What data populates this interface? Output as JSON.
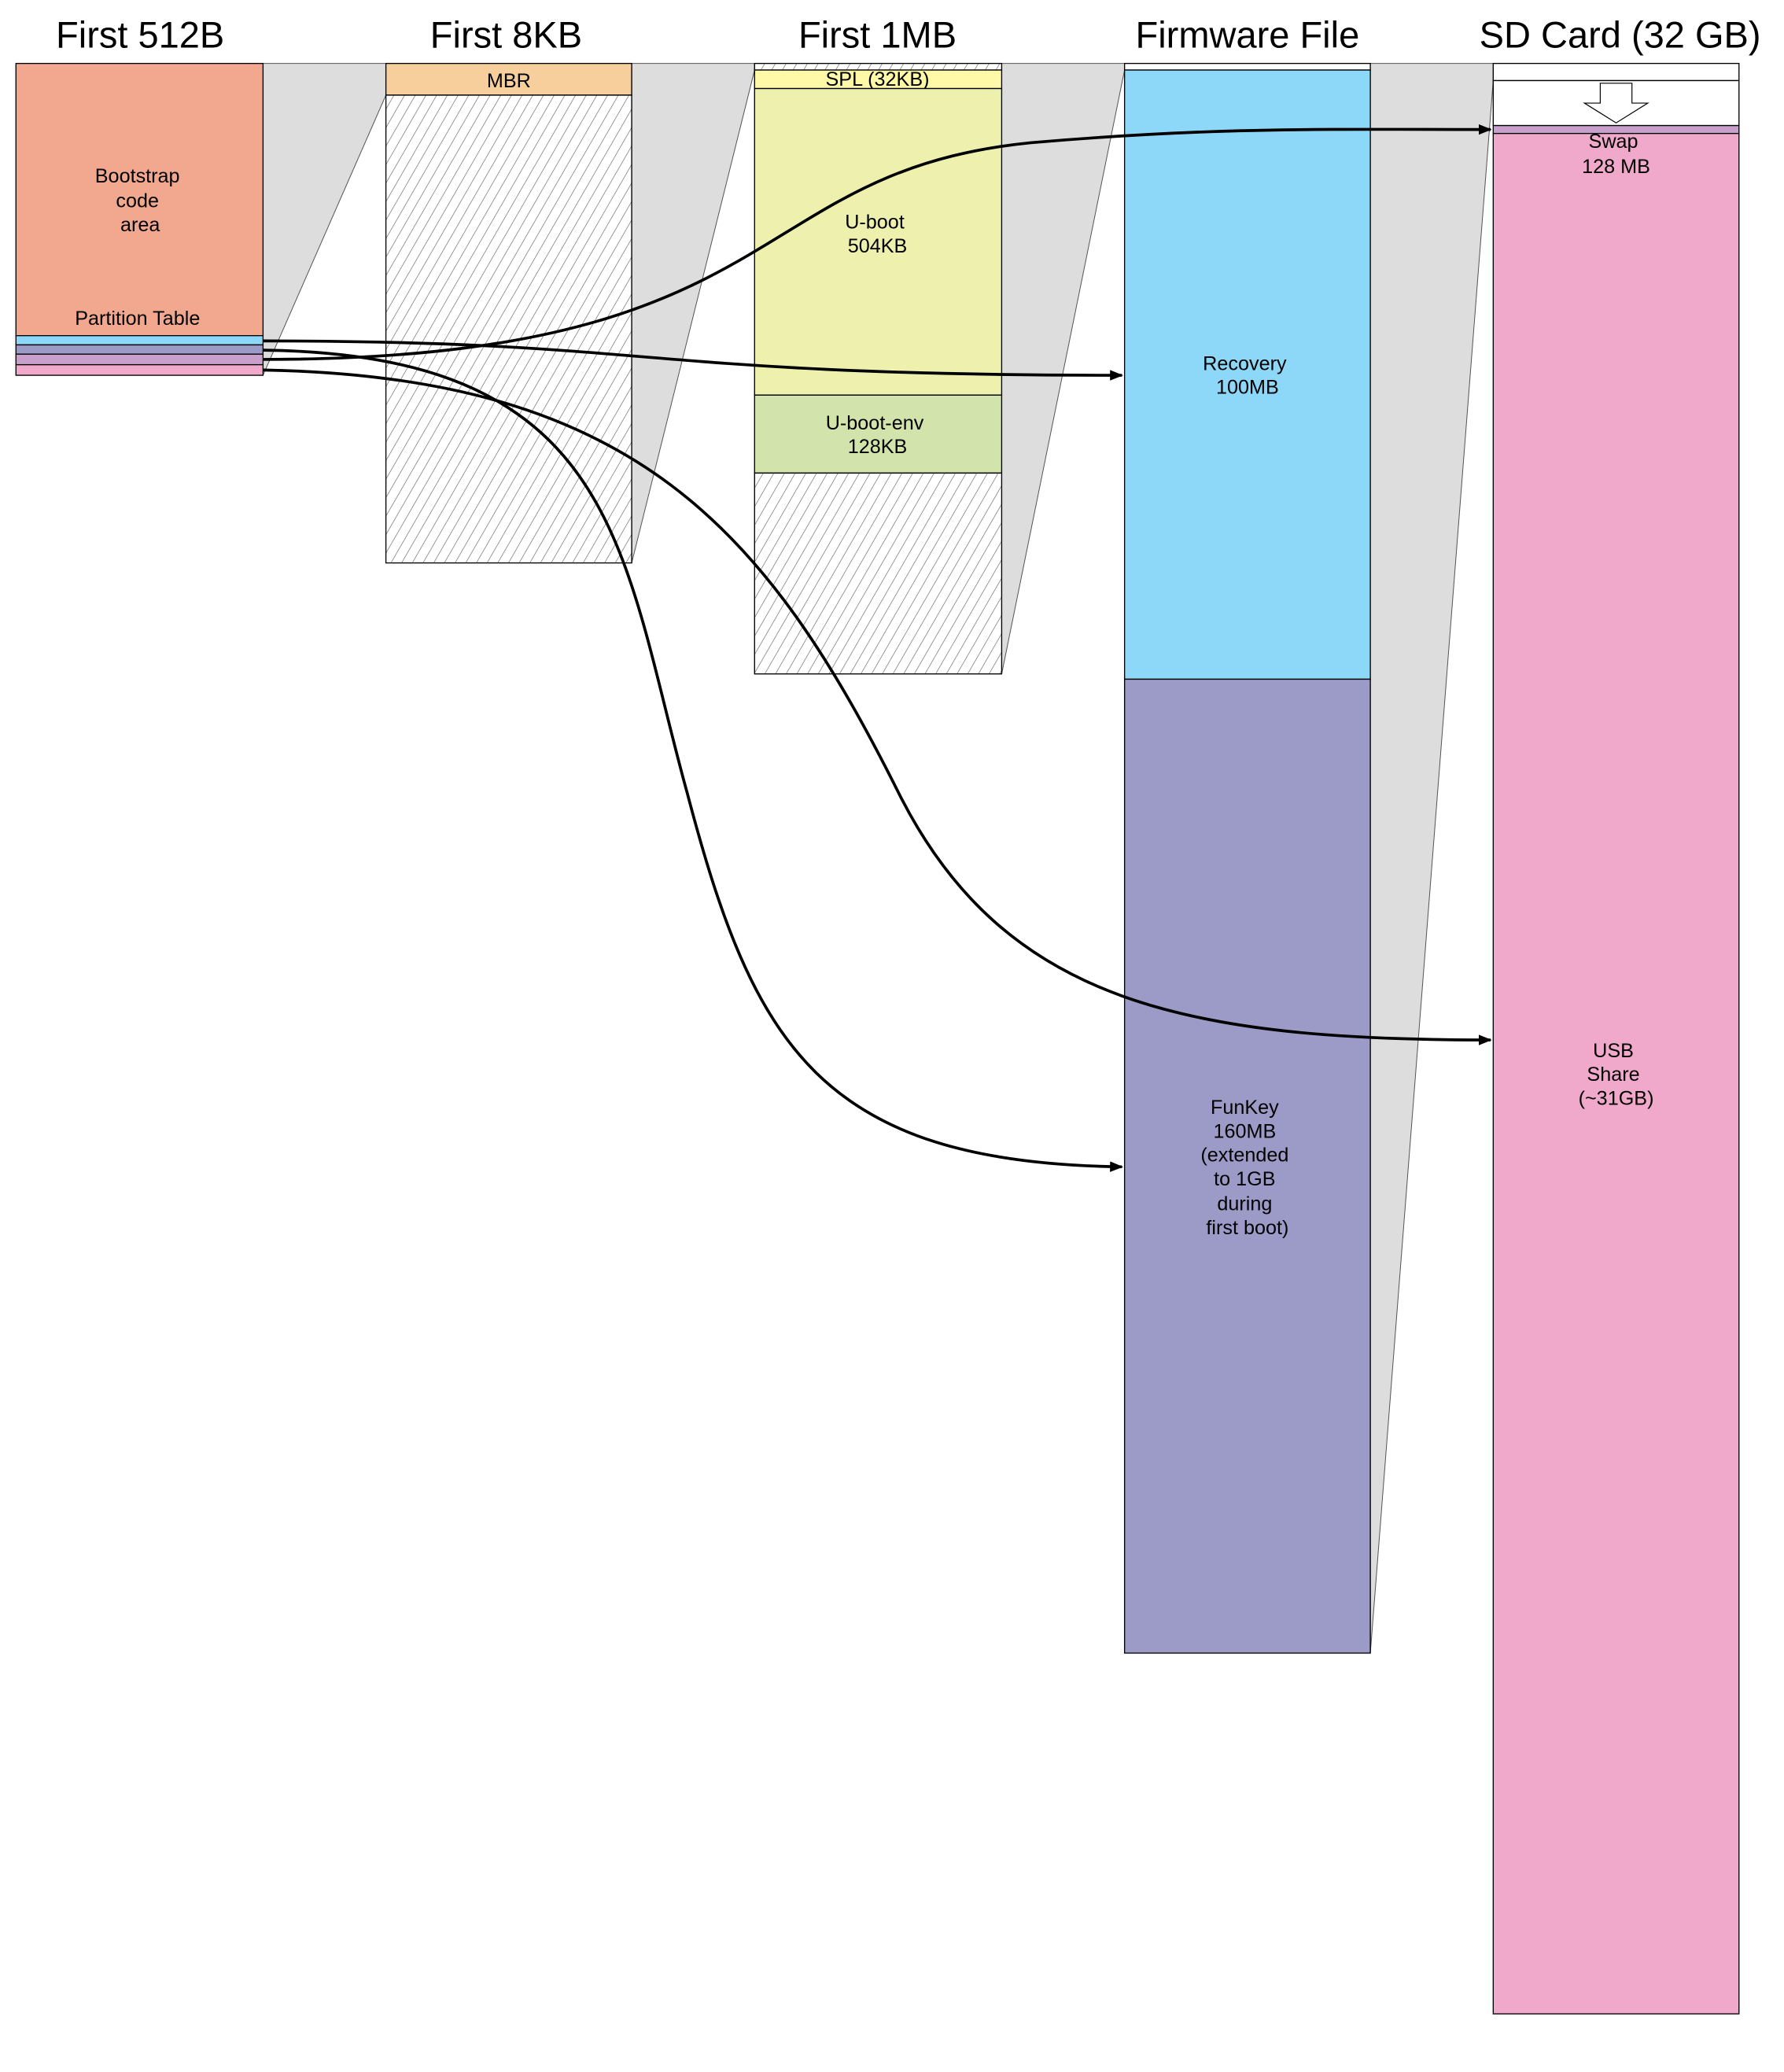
{
  "columns": [
    {
      "title": "First 512B"
    },
    {
      "title": "First 8KB"
    },
    {
      "title": "First 1MB"
    },
    {
      "title": "Firmware File"
    },
    {
      "title": "SD Card (32 GB)"
    }
  ],
  "first512": {
    "bootstrap": [
      "Bootstrap",
      "code",
      "area"
    ],
    "partition_table": "Partition Table"
  },
  "first8k": {
    "mbr": "MBR"
  },
  "first1m": {
    "spl": "SPL (32KB)",
    "uboot": [
      "U-boot",
      "504KB"
    ],
    "uboot_env": [
      "U-boot-env",
      "128KB"
    ]
  },
  "firmware": {
    "recovery": [
      "Recovery",
      "100MB"
    ],
    "funkey": [
      "FunKey",
      "160MB",
      "(extended",
      "to 1GB",
      "during",
      "first boot)"
    ]
  },
  "sdcard": {
    "swap": [
      "Swap",
      "128 MB"
    ],
    "usb": [
      "USB",
      "Share",
      "(~31GB)"
    ]
  },
  "colors": {
    "bootstrap": "#f2a88f",
    "mbr": "#f7cf9c",
    "spl": "#fff9a8",
    "uboot": "#eef0ae",
    "uboot_env": "#d2e4ab",
    "recovery": "#8dd8f8",
    "funkey": "#9c9bc8",
    "swap": "#c8a0cb",
    "usb": "#f0a9cb",
    "connector": "#dddddd"
  }
}
